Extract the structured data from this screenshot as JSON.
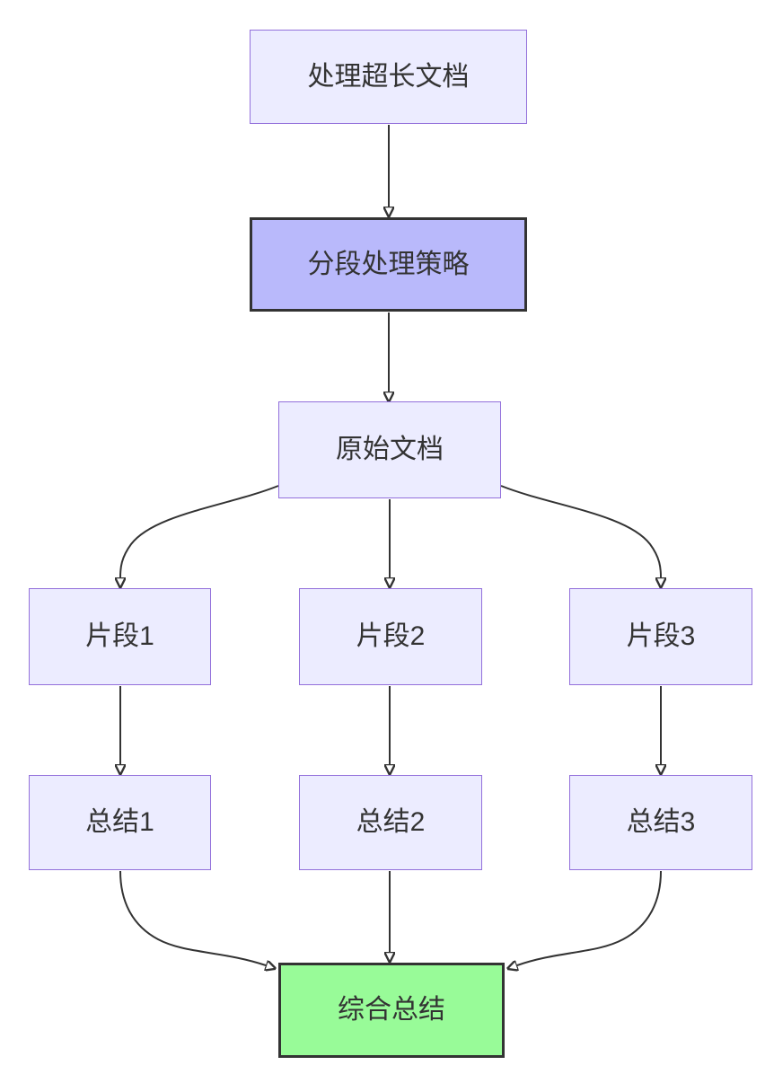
{
  "diagram": {
    "type": "flowchart",
    "direction": "top-down",
    "nodes": {
      "root": {
        "label": "处理超长文档",
        "style": "default"
      },
      "strategy": {
        "label": "分段处理策略",
        "style": "emphasis-purple"
      },
      "source": {
        "label": "原始文档",
        "style": "default"
      },
      "frag1": {
        "label": "片段1",
        "style": "default"
      },
      "frag2": {
        "label": "片段2",
        "style": "default"
      },
      "frag3": {
        "label": "片段3",
        "style": "default"
      },
      "sum1": {
        "label": "总结1",
        "style": "default"
      },
      "sum2": {
        "label": "总结2",
        "style": "default"
      },
      "sum3": {
        "label": "总结3",
        "style": "default"
      },
      "final": {
        "label": "综合总结",
        "style": "emphasis-green"
      }
    },
    "edges": [
      {
        "from": "root",
        "to": "strategy"
      },
      {
        "from": "strategy",
        "to": "source"
      },
      {
        "from": "source",
        "to": "frag1"
      },
      {
        "from": "source",
        "to": "frag2"
      },
      {
        "from": "source",
        "to": "frag3"
      },
      {
        "from": "frag1",
        "to": "sum1"
      },
      {
        "from": "frag2",
        "to": "sum2"
      },
      {
        "from": "frag3",
        "to": "sum3"
      },
      {
        "from": "sum1",
        "to": "final"
      },
      {
        "from": "sum2",
        "to": "final"
      },
      {
        "from": "sum3",
        "to": "final"
      }
    ],
    "colors": {
      "background": "#ffffff",
      "node_fill": "#ECECFF",
      "node_border": "#9370DB",
      "strategy_fill": "#b9b9fb",
      "final_fill": "#98fb98",
      "emphasis_border": "#333333",
      "edge_stroke": "#333333",
      "text": "#333333"
    }
  }
}
